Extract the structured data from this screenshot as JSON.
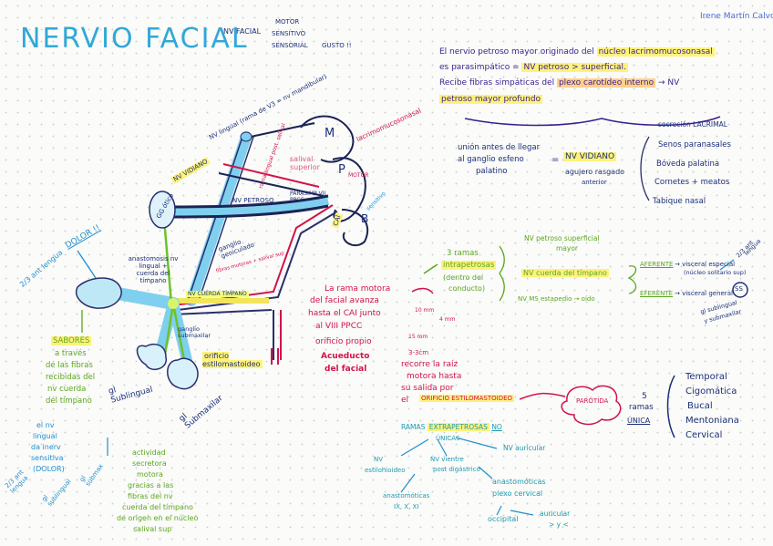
{
  "title": "NERVIO FACIAL",
  "author": "Irene Martín Calvo",
  "top_branch": {
    "root": "NV FACIAL",
    "items": [
      "MOTOR",
      "SENSITIVO",
      "SENSORIAL",
      "GUSTO !!"
    ]
  },
  "petroso_note": {
    "line1a": "El nervio petroso mayor originado del",
    "line1b": "núcleo lacrimomucosonasal",
    "line2a": "es parasimpático =",
    "line2b": "NV petroso > superficial.",
    "line3a": "Recibe fibras simpáticas del",
    "line3b": "plexo carotídeo interno",
    "line3c": "→ NV",
    "line4": "petroso mayor profundo"
  },
  "vidiano": {
    "union_line1": "unión antes de llegar",
    "union_line2": "al ganglio esfeno",
    "union_line3": "palatino",
    "equals": "=",
    "nv_vidiano": "NV VIDIANO",
    "agujero_line1": "agujero rasgado",
    "agujero_line2": "anterior",
    "secrecion": "secreción LACRIMAL",
    "targets": [
      "Senos paranasales",
      "Bóveda palatina",
      "Cornetes + meatos",
      "Tabique nasal"
    ]
  },
  "diagram_labels": {
    "nv_lingual_rama": "NV lingual (rama de V3 = nv mandibular)",
    "nv_vidiano": "NV VIDIANO",
    "gg_otico": "GG ótico",
    "lacrimomucosonasal": "lacrimomucosonasal",
    "salival_sup": "salival superior",
    "nucleo_rojo": "rama lingual post. salival",
    "parasimp": "PARASIMP VII PPCC",
    "motor": "MOTOR",
    "cai": "CAI",
    "m_label": "M",
    "p_label": "P",
    "b_label": "B",
    "sensitivo": "sensitivo",
    "nv_petroso": "NV PETROSO",
    "ganglio_geniculado": "ganglio geniculado",
    "fibras_motoras": "fibras motoras + salival sup",
    "nv_cuerda": "NV CUERDA TÍMPANO",
    "gg_submaxilar": "ganglio submaxilar",
    "orificio": "orificio estilomastoideo",
    "anastomosis": "anastomosis nv lingual + cuerda del tímpano",
    "dolor": "DOLOR !!",
    "dos_tercios": "2/3 ant lengua",
    "sabores": "SABORES",
    "sabores_desc": [
      "a través",
      "de las fibras",
      "recibidas del",
      "nv cuerda",
      "del tímpano"
    ],
    "gl_sublingual": "gl Sublingual",
    "gl_submaxilar": "gl Submaxilar",
    "nv_lingual_dolor": [
      "el nv",
      "lingual",
      "da inerv",
      "sensitiva",
      "(DOLOR)"
    ],
    "dos_tercios_2": "2/3 ant lengua",
    "gl_sublingual_2": "gl sublingual",
    "gl_submax_2": "gl submax",
    "actividad": [
      "actividad",
      "secretora",
      "motora",
      "gracias a las",
      "fibras del nv",
      "cuerda del tímpano",
      "de origen en el núcleo",
      "salival sup"
    ]
  },
  "rama_motora": {
    "lines": [
      "La rama motora",
      "del facial avanza",
      "hasta el CAI junto",
      "al VIII PPCC",
      "orificio propio",
      "Acueducto",
      "del facial"
    ],
    "dim1": "10 mm",
    "dim2": "15 mm",
    "dim3": "4 mm",
    "recorre": [
      "3-3cm",
      "recorre la raíz",
      "motora hasta",
      "su salida por",
      "el"
    ],
    "orificio": "ORIFICIO ESTILOMASTOIDEO",
    "parotida": "PARÓTIDA",
    "cinco": [
      "5",
      "ramas"
    ],
    "unica": "ÚNICA",
    "ramas_terminales": [
      "Temporal",
      "Cigomática",
      "Bucal",
      "Mentoniana",
      "Cervical"
    ]
  },
  "intrapetrosas": {
    "label": [
      "3 ramas",
      "intrapetrosas",
      "(dentro del",
      "conducto)"
    ],
    "petroso": [
      "NV petroso superficial",
      "mayor"
    ],
    "cuerda": "NV cuerda del tímpano",
    "estapedio": "NV MS estapedio → oído",
    "aferente": "AFERENTE",
    "aferente_dest": [
      "→ visceral especial",
      "(núcleo solitario sup)"
    ],
    "eferente": "EFERENTE",
    "eferente_dest": "→ visceral general",
    "ss": "SS",
    "lengua": [
      "2/3 ant",
      "lengua"
    ],
    "gl": [
      "gl sublingual",
      "y submaxilar"
    ]
  },
  "extrapetrosas": {
    "title_a": "RAMAS",
    "title_b": "EXTRAPETROSAS",
    "title_c": "NO",
    "title_d": "ÚNICAS",
    "auricular": "NV auricular",
    "estilohioideo": [
      "NV",
      "estilohioideo"
    ],
    "digastrico": [
      "NV vientre",
      "post digástrico"
    ],
    "anast_cervical": [
      "anastomóticas",
      "plexo cervical"
    ],
    "anast_craneal": [
      "anastomóticas",
      "IX, X, XI"
    ],
    "occipital": "occipital",
    "auricular_sup": [
      "auricular",
      "> y <"
    ]
  }
}
